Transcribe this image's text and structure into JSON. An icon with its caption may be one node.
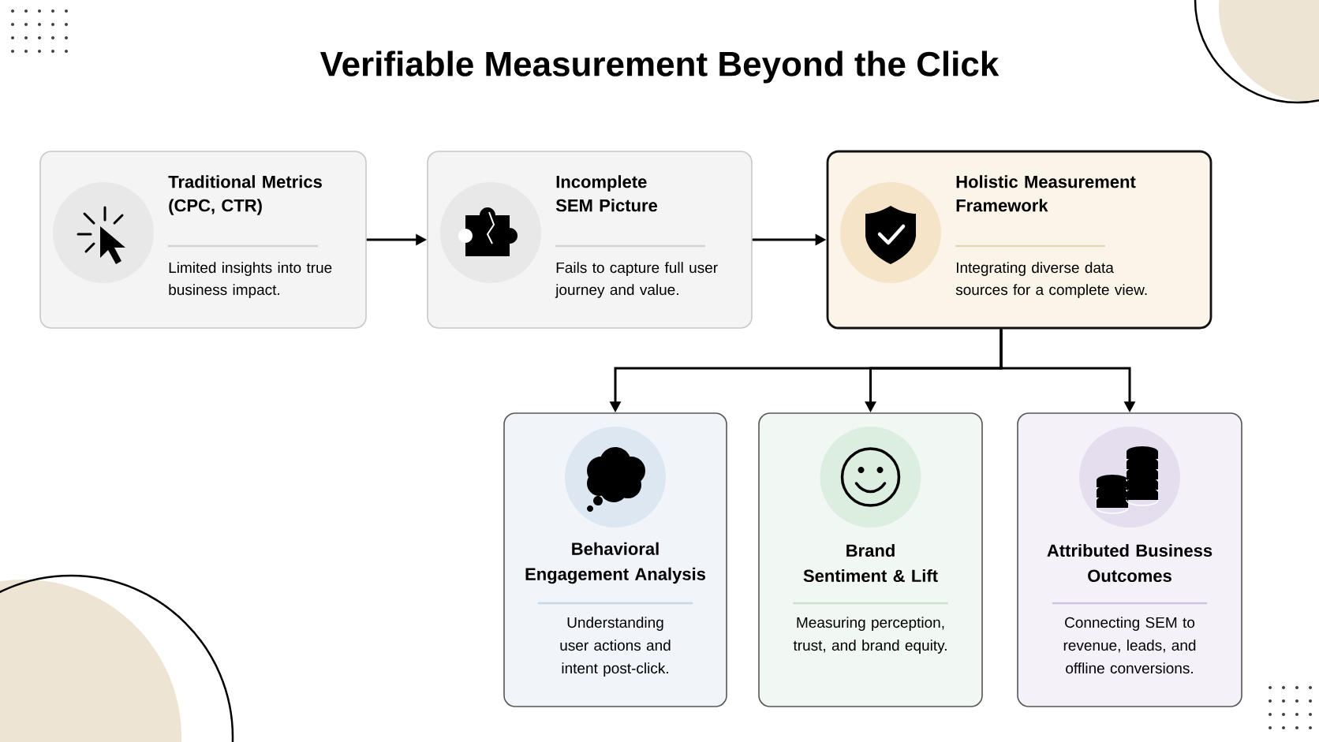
{
  "diagram": {
    "title": "Verifiable Measurement Beyond the Click",
    "nodes": [
      {
        "text": [
          "Traditional Metrics (CPC, CTR)",
          "Limited insights into true business impact."
        ]
      },
      {
        "text": [
          "Incomplete SEM Picture",
          "Fails to capture full user journey and value."
        ]
      },
      {
        "text": [
          "Holistic Measurement Framework",
          "Integrating diverse data sources for a complete view."
        ]
      },
      {
        "text": [
          "Behavioral Engagement Analysis",
          "Understanding user actions and intent post-click."
        ]
      },
      {
        "text": [
          "Brand Sentiment & Lift",
          "Measuring perception, trust, and brand equity."
        ]
      },
      {
        "text": [
          "Attributed Business Outcomes",
          "Connecting SEM to revenue, leads, and offline conversions."
        ]
      }
    ],
    "edges": [
      {
        "from": 0,
        "to": 1,
        "arrow": "to"
      },
      {
        "from": 1,
        "to": 2,
        "arrow": "to"
      },
      {
        "from": 2,
        "to": 3,
        "arrow": "to"
      },
      {
        "from": 2,
        "to": 4,
        "arrow": "to"
      },
      {
        "from": 2,
        "to": 5,
        "arrow": "to"
      }
    ]
  }
}
